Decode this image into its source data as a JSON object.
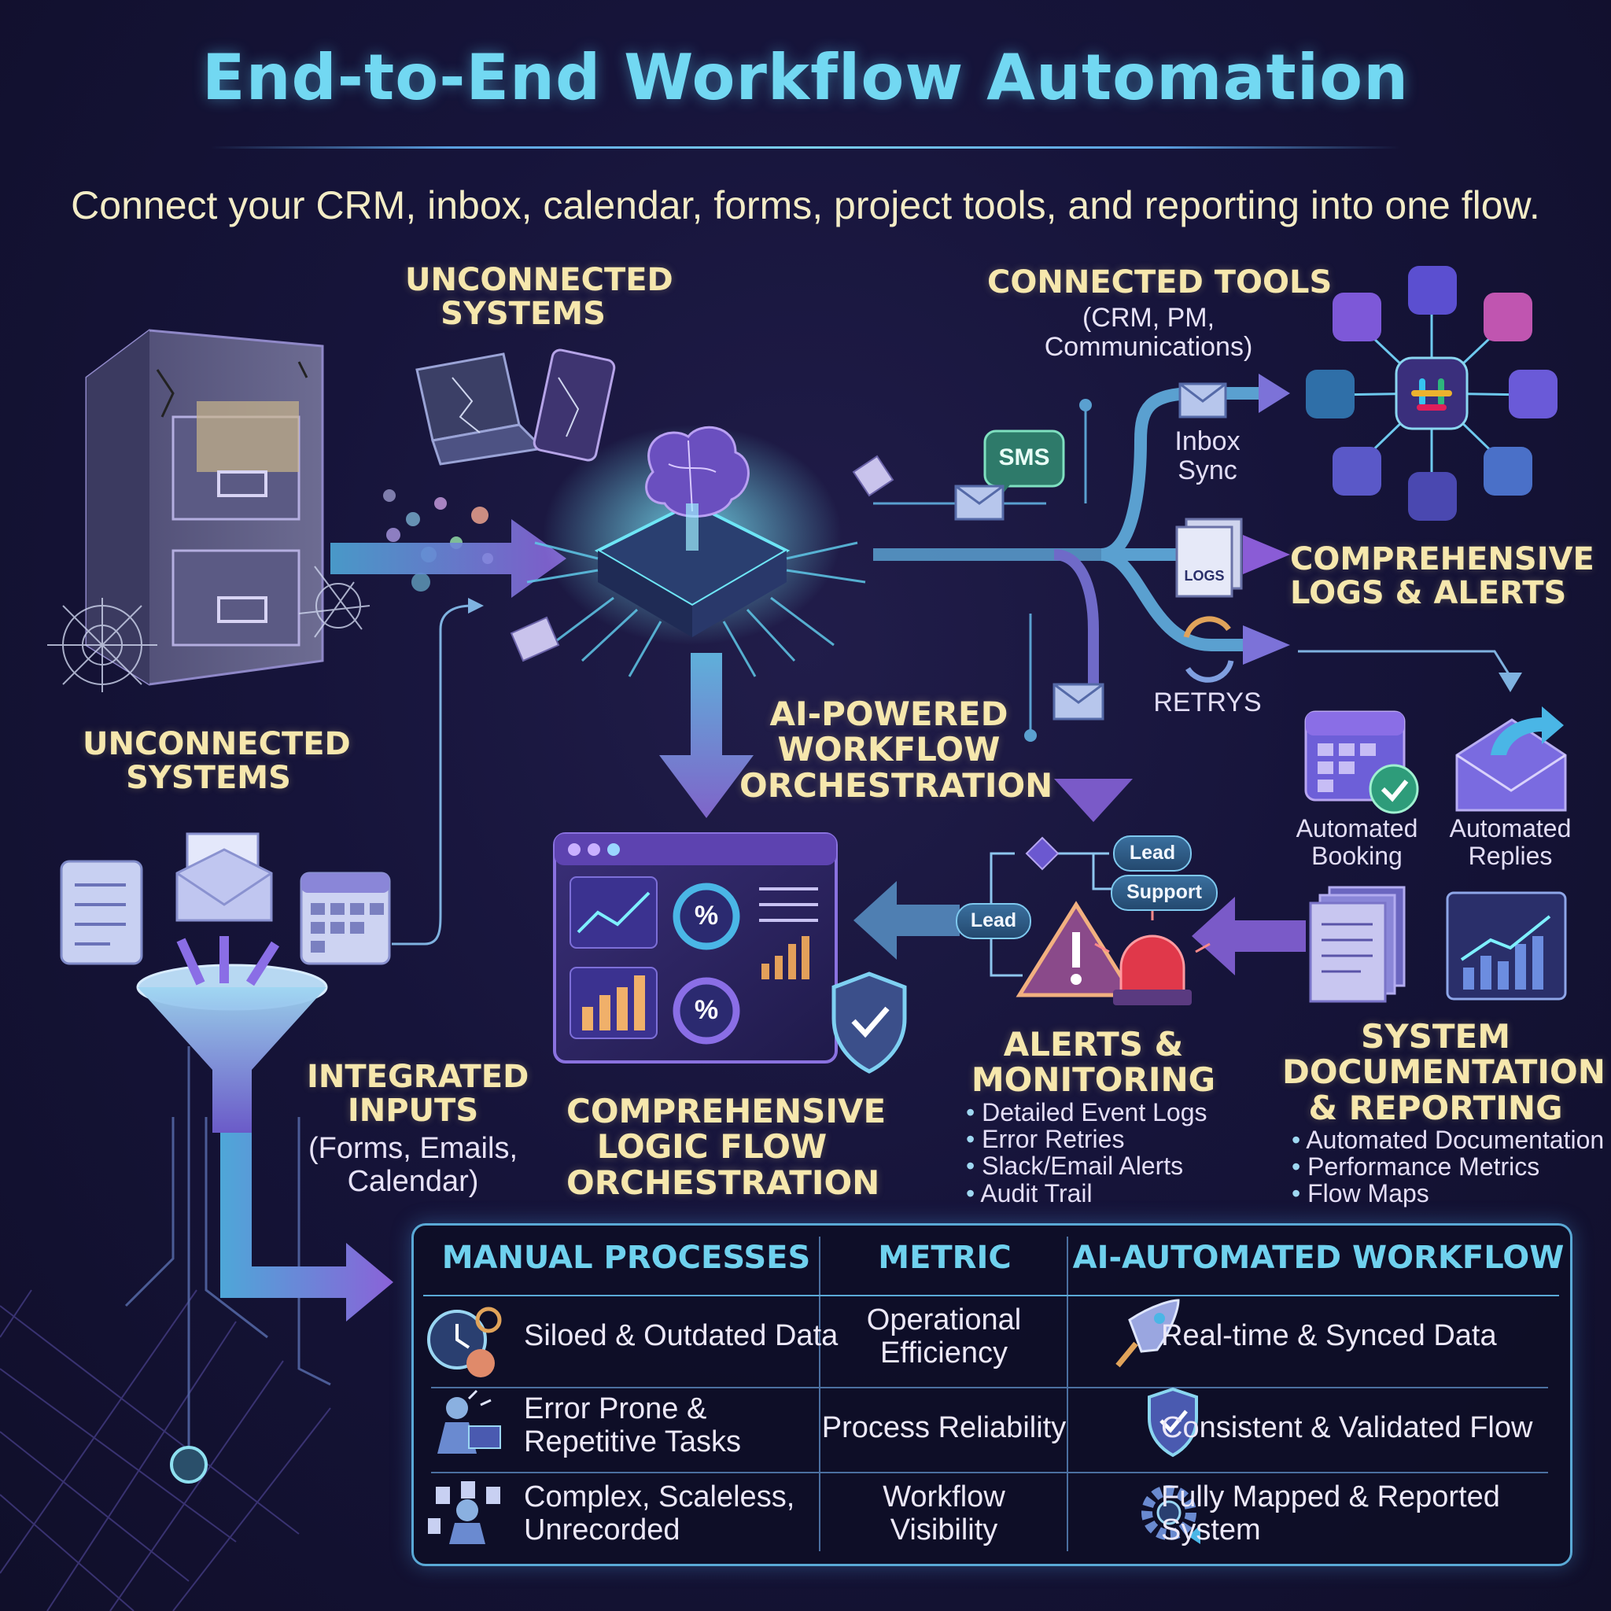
{
  "title": "End-to-End Workflow Automation",
  "subtitle": "Connect your CRM, inbox, calendar, forms, project tools, and reporting into one flow.",
  "unconnected_top": {
    "line1": "UNCONNECTED",
    "line2": "SYSTEMS"
  },
  "unconnected_left": {
    "line1": "UNCONNECTED",
    "line2": "SYSTEMS"
  },
  "connected_tools": {
    "title": "CONNECTED TOOLS",
    "sub1": "(CRM, PM,",
    "sub2": "Communications)"
  },
  "orchestration": {
    "line1": "AI-POWERED",
    "line2": "WORKFLOW",
    "line3": "ORCHESTRATION"
  },
  "sms_label": "SMS",
  "inbox_sync": {
    "line1": "Inbox",
    "line2": "Sync"
  },
  "logs_tag": "LOGS",
  "logs_alerts": {
    "line1": "COMPREHENSIVE",
    "line2": "LOGS & ALERTS"
  },
  "retrys": "RETRYS",
  "automated_booking": {
    "line1": "Automated",
    "line2": "Booking"
  },
  "automated_replies": {
    "line1": "Automated",
    "line2": "Replies"
  },
  "pills": {
    "lead_top": "Lead",
    "support": "Support",
    "lead_left": "Lead"
  },
  "integrated_inputs": {
    "line1": "INTEGRATED",
    "line2": "INPUTS",
    "sub1": "(Forms, Emails,",
    "sub2": "Calendar)"
  },
  "logic_flow": {
    "line1": "COMPREHENSIVE",
    "line2": "LOGIC FLOW",
    "line3": "ORCHESTRATION"
  },
  "alerts_monitoring": {
    "line1": "ALERTS &",
    "line2": "MONITORING",
    "bullets": [
      "Detailed Event Logs",
      "Error Retries",
      "Slack/Email Alerts",
      "Audit Trail"
    ]
  },
  "documentation": {
    "line1": "SYSTEM",
    "line2": "DOCUMENTATION",
    "line3": "& REPORTING",
    "bullets": [
      "Automated Documentation",
      "Performance Metrics",
      "Flow Maps"
    ]
  },
  "dashboard": {
    "percent_1": "%",
    "percent_2": "%"
  },
  "table": {
    "headers": [
      "MANUAL PROCESSES",
      "METRIC",
      "AI-AUTOMATED WORKFLOW"
    ],
    "rows": [
      {
        "manual": [
          "Siloed & Outdated Data"
        ],
        "metric": [
          "Operational",
          "Efficiency"
        ],
        "auto": [
          "Real-time & Synced Data"
        ]
      },
      {
        "manual": [
          "Error Prone &",
          "Repetitive Tasks"
        ],
        "metric": [
          "Process Reliability"
        ],
        "auto": [
          "Consistent & Validated Flow"
        ]
      },
      {
        "manual": [
          "Complex, Scaleless,",
          "Unrecorded"
        ],
        "metric": [
          "Workflow",
          "Visibility"
        ],
        "auto": [
          "Fully Mapped & Reported",
          "System"
        ]
      }
    ]
  },
  "colors": {
    "accent_cyan": "#72d8f2",
    "heading_cream": "#f6e7ad",
    "purple": "#8a5cd6",
    "background": "#16143a"
  }
}
